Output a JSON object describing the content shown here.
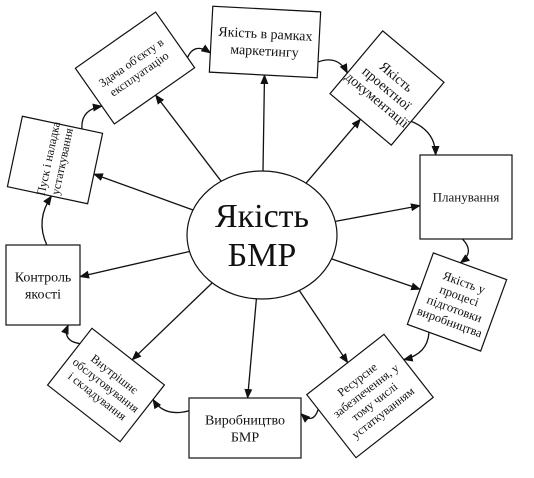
{
  "center": {
    "line1": "Якість",
    "line2": "БМР"
  },
  "stages": [
    {
      "id": "marketing",
      "lines": [
        "Якість в рамках",
        "маркетингу"
      ]
    },
    {
      "id": "project-docs",
      "lines": [
        "Якість",
        "проектної",
        "документації"
      ]
    },
    {
      "id": "planning",
      "lines": [
        "Планування"
      ]
    },
    {
      "id": "production-prep",
      "lines": [
        "Якість у",
        "процесі",
        "підготовки",
        "виробництва"
      ]
    },
    {
      "id": "resources",
      "lines": [
        "Ресурсне",
        "забезпечення, у",
        "тому числі",
        "устаткуванням"
      ]
    },
    {
      "id": "bmr-production",
      "lines": [
        "Виробництво",
        "БМР"
      ]
    },
    {
      "id": "internal-service",
      "lines": [
        "Внутрішнє",
        "обслуговування",
        "і складування"
      ]
    },
    {
      "id": "quality-control",
      "lines": [
        "Контроль",
        "якості"
      ]
    },
    {
      "id": "equipment-startup",
      "lines": [
        "Пуск і наладка",
        "устаткування"
      ]
    },
    {
      "id": "handover",
      "lines": [
        "Здача об'єкту в",
        "експлуатацію"
      ]
    }
  ]
}
